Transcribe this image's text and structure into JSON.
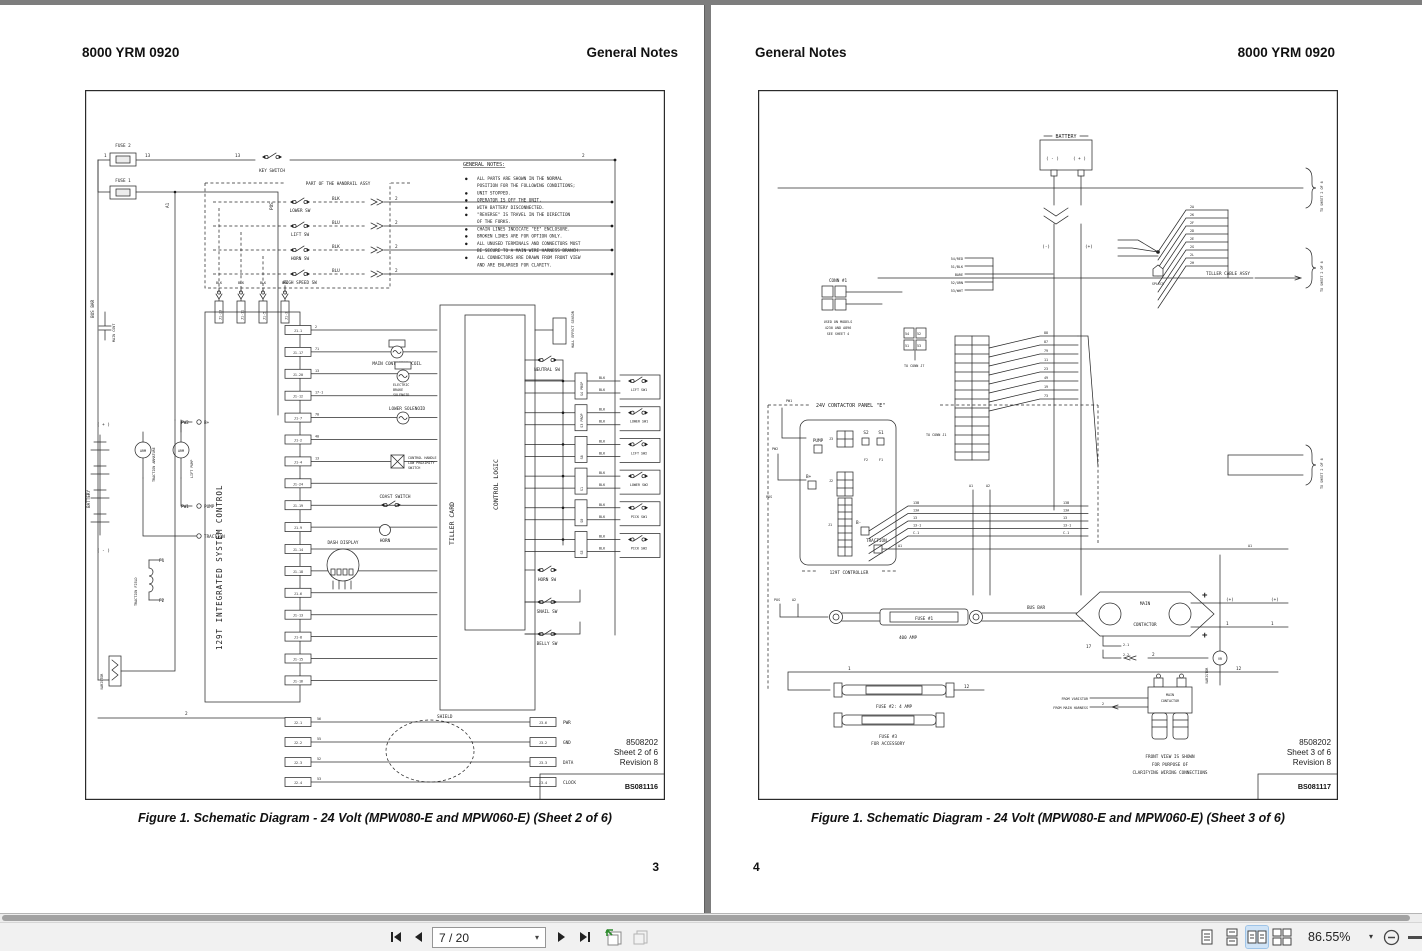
{
  "toolbar": {
    "page_indicator": "7 / 20",
    "zoom_percent": "86.55%"
  },
  "left_page": {
    "header_left": "8000 YRM 0920",
    "header_right": "General Notes",
    "caption": "Figure 1. Schematic Diagram - 24 Volt (MPW080-E and MPW060-E) (Sheet 2 of 6)",
    "page_number": "3",
    "stamp": {
      "part": "8508202",
      "sheet": "Sheet 2 of 6",
      "rev": "Revision 8",
      "code": "BS081116"
    },
    "notes_title": "GENERAL NOTES:",
    "notes": [
      {
        "b": "●",
        "t": "ALL PARTS ARE SHOWN IN THE NORMAL"
      },
      {
        "b": "",
        "t": "POSITION FOR THE FOLLOWING CONDITIONS;"
      },
      {
        "b": "●",
        "t": "UNIT STOPPED."
      },
      {
        "b": "●",
        "t": "OPERATOR IS OFF THE UNIT."
      },
      {
        "b": "●",
        "t": "WITH BATTERY DISCONNECTED."
      },
      {
        "b": "●",
        "t": "\"REVERSE\" IS TRAVEL IN THE DIRECTION"
      },
      {
        "b": "",
        "t": "OF THE FORKS."
      },
      {
        "b": "●",
        "t": "CHAIN LINES INDICATE \"EE\" ENCLOSURE."
      },
      {
        "b": "●",
        "t": "BROKEN LINES ARE FOR OPTION ONLY."
      },
      {
        "b": "●",
        "t": "ALL UNUSED TERMINALS AND CONNECTORS MUST"
      },
      {
        "b": "",
        "t": "BE SECURE TO A MAIN WIRE HARNESS BRANCH."
      },
      {
        "b": "●",
        "t": "ALL CONNECTORS ARE DRAWN FROM FRONT VIEW"
      },
      {
        "b": "",
        "t": "AND ARE ENLARGED FOR CLARITY."
      }
    ],
    "labels": {
      "fuse2": "FUSE 2",
      "fuse1": "FUSE 1",
      "key_switch": "KEY SWITCH",
      "handrail": "PART OF THE HANDRAIL ASSY",
      "bus_bar": "BUS BAR",
      "main_cont": "MAIN CONT",
      "battery": "BATTERY",
      "plus": "( + )",
      "minus": "( - )",
      "traction_armature": "TRACTION ARMATURE",
      "lift_pump": "LIFT PUMP",
      "traction_field": "TRACTION FIELD",
      "varistor": "VARISTOR",
      "pw2": "PW2",
      "pw1": "PW1",
      "bplus": "B+",
      "pump": "PUMP",
      "traction": "TRACTION",
      "pos": "POS",
      "a1": "A1",
      "a2": "A2",
      "f1": "F1",
      "f2": "F2",
      "main_box": "129T INTEGRATED SYSTEM CONTROL",
      "tiller_card": "TILLER CARD",
      "control_logic": "CONTROL LOGIC",
      "hall": "HALL EFFECT SENSOR",
      "neutral_sw": "NEUTRAL SW",
      "main_contactor_coil": "MAIN CONTACTOR COIL",
      "brake_l1": "ELECTRIC",
      "brake_l2": "BRAKE",
      "brake_l3": "SOLENOID",
      "lower_solenoid": "LOWER SOLENOID",
      "handle_l1": "CONTROL HANDLE",
      "handle_l2": "LOW PROXIMITY",
      "handle_l3": "SWITCH",
      "coast": "COAST SWITCH",
      "horn": "HORN",
      "dash": "DASH DISPLAY",
      "shield": "SHIELD",
      "blk": "BLK",
      "wire2": "2",
      "w1": "1",
      "w13": "13"
    },
    "handrail_switches": [
      {
        "n": "LOWER SW",
        "w": "BLK"
      },
      {
        "n": "LIFT SW",
        "w": "BLU"
      },
      {
        "n": "HORN SW",
        "w": "BLK"
      },
      {
        "n": "HIGH SPEED SW",
        "w": "BLU"
      }
    ],
    "top_pins": [
      "J1-23",
      "J1-11",
      "J1-5",
      "J1-3"
    ],
    "blk_row": [
      "BLK",
      "BLK",
      "BLK",
      "BLK"
    ],
    "j1_pins": [
      {
        "pin": "J1-1",
        "wire": "2"
      },
      {
        "pin": "J1-17",
        "wire": "71"
      },
      {
        "pin": "J1-20",
        "wire": "13"
      },
      {
        "pin": "J1-12",
        "wire": "17-1"
      },
      {
        "pin": "J1-7",
        "wire": "70"
      },
      {
        "pin": "J1-2",
        "wire": "40"
      },
      {
        "pin": "J1-4",
        "wire": "13"
      },
      {
        "pin": "J1-24",
        "wire": ""
      },
      {
        "pin": "J1-19",
        "wire": ""
      },
      {
        "pin": "J1-9",
        "wire": ""
      },
      {
        "pin": "J1-14",
        "wire": ""
      },
      {
        "pin": "J1-18",
        "wire": ""
      },
      {
        "pin": "J1-6",
        "wire": ""
      },
      {
        "pin": "J1-13",
        "wire": ""
      },
      {
        "pin": "J1-8",
        "wire": ""
      },
      {
        "pin": "J1-15",
        "wire": ""
      },
      {
        "pin": "J1-16",
        "wire": ""
      }
    ],
    "s_boxes": [
      "S4 PROP",
      "S3 PROP",
      "S6",
      "S1",
      "S0",
      "S5"
    ],
    "right_switches": [
      "LIFT SW1",
      "LOWER SW1",
      "LIFT SW2",
      "LOWER SW2",
      "PICK SW1",
      "PICK SW2"
    ],
    "tail_switches": [
      "HORN SW",
      "SNAIL SW",
      "BELLY SW"
    ],
    "bus_rows": [
      {
        "l": "J2-1",
        "lw": "56",
        "r": "J3-6",
        "sig": "PWR"
      },
      {
        "l": "J2-2",
        "lw": "55",
        "r": "J3-2",
        "sig": "GND"
      },
      {
        "l": "J2-3",
        "lw": "52",
        "r": "J3-3",
        "sig": "DATA"
      },
      {
        "l": "J2-4",
        "lw": "53",
        "r": "J3-4",
        "sig": "CLOCK"
      }
    ]
  },
  "right_page": {
    "header_left": "General Notes",
    "header_right": "8000 YRM 0920",
    "caption": "Figure 1. Schematic Diagram - 24 Volt (MPW080-E and MPW060-E) (Sheet 3 of 6)",
    "page_number": "4",
    "stamp": {
      "part": "8508202",
      "sheet": "Sheet 3 of 6",
      "rev": "Revision 8",
      "code": "BS081117"
    },
    "labels": {
      "battery": "BATTERY",
      "bneg": "( - )",
      "bpos": "( + )",
      "wneg": "(-)",
      "wpos": "(+)",
      "to_sheet": "TO SHEET 2 OF 6",
      "tiller_cable": "TILLER CABLE ASSY",
      "splice": "SPLICE",
      "conn1": "CONN #1",
      "used_l1": "USED ON MODELS",
      "used_l2": "4230 AND A896",
      "used_l3": "SEE SHEET 4",
      "panel": "24V CONTACTOR PANEL \"E\"",
      "controller": "129T CONTROLLER",
      "pump": "PUMP",
      "bplus": "B+",
      "bminus": "B-",
      "traction": "TRACTION",
      "s2": "S2",
      "s1": "S1",
      "f2": "F2",
      "f1": "F1",
      "j3": "J3",
      "j2": "J2",
      "j1": "J1",
      "to_conn_j7": "TO CONN J7",
      "to_conn_j1": "TO CONN J1",
      "pw1": "PW1",
      "pw2": "PW2",
      "pos": "POS",
      "a1": "A1",
      "a2": "A2",
      "varistor": "VARISTOR",
      "vr": "VR",
      "fuse1": "FUSE #1",
      "amp400": "400 AMP",
      "bus_bar": "BUS BAR",
      "mc_l1": "MAIN",
      "mc_l2": "CONTACTOR",
      "fuse2": "FUSE #2: 4 AMP",
      "fuse3_l1": "FUSE #3",
      "fuse3_l2": "FOR ACCESSORY",
      "from_varistor": "FROM VARISTOR",
      "from_harness": "FROM MAIN HARNESS",
      "note_l1": "FRONT VIEW IS SHOWN",
      "note_l2": "FOR PURPOSE OF",
      "note_l3": "CLARIFYING WIRING CONNECTIONS",
      "w17": "17",
      "w1": "1",
      "w2": "2",
      "w12": "12",
      "w21": "2-1",
      "w22": "2-2",
      "plus_mark": "+"
    },
    "splice_wires": [
      "2A",
      "2K",
      "2F",
      "2D",
      "2E",
      "2G",
      "2L",
      "2H"
    ],
    "stack_wires": [
      "54/RED",
      "51/BLK",
      "BARE",
      "52/ORN",
      "53/WHT"
    ],
    "fan_wires": [
      "88",
      "87",
      "79",
      "11",
      "23",
      "49",
      "19",
      "73"
    ],
    "stack13": [
      "13B",
      "13A",
      "13",
      "13-1",
      "C-1"
    ]
  }
}
